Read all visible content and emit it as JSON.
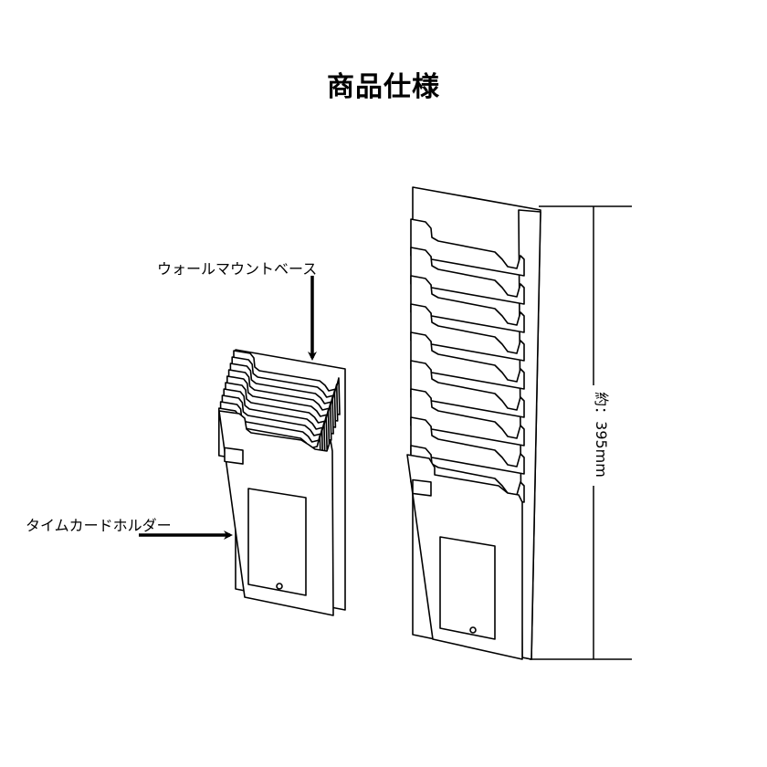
{
  "title": "商品仕様",
  "labels": {
    "wall_mount_base": "ウォールマウントベース",
    "time_card_holder": "タイムカードホルダー",
    "dimension": "約：395mm"
  },
  "diagram": {
    "small_rack_pockets": 10,
    "tall_rack_pockets": 9
  },
  "colors": {
    "line": "#000000",
    "background": "#ffffff"
  }
}
